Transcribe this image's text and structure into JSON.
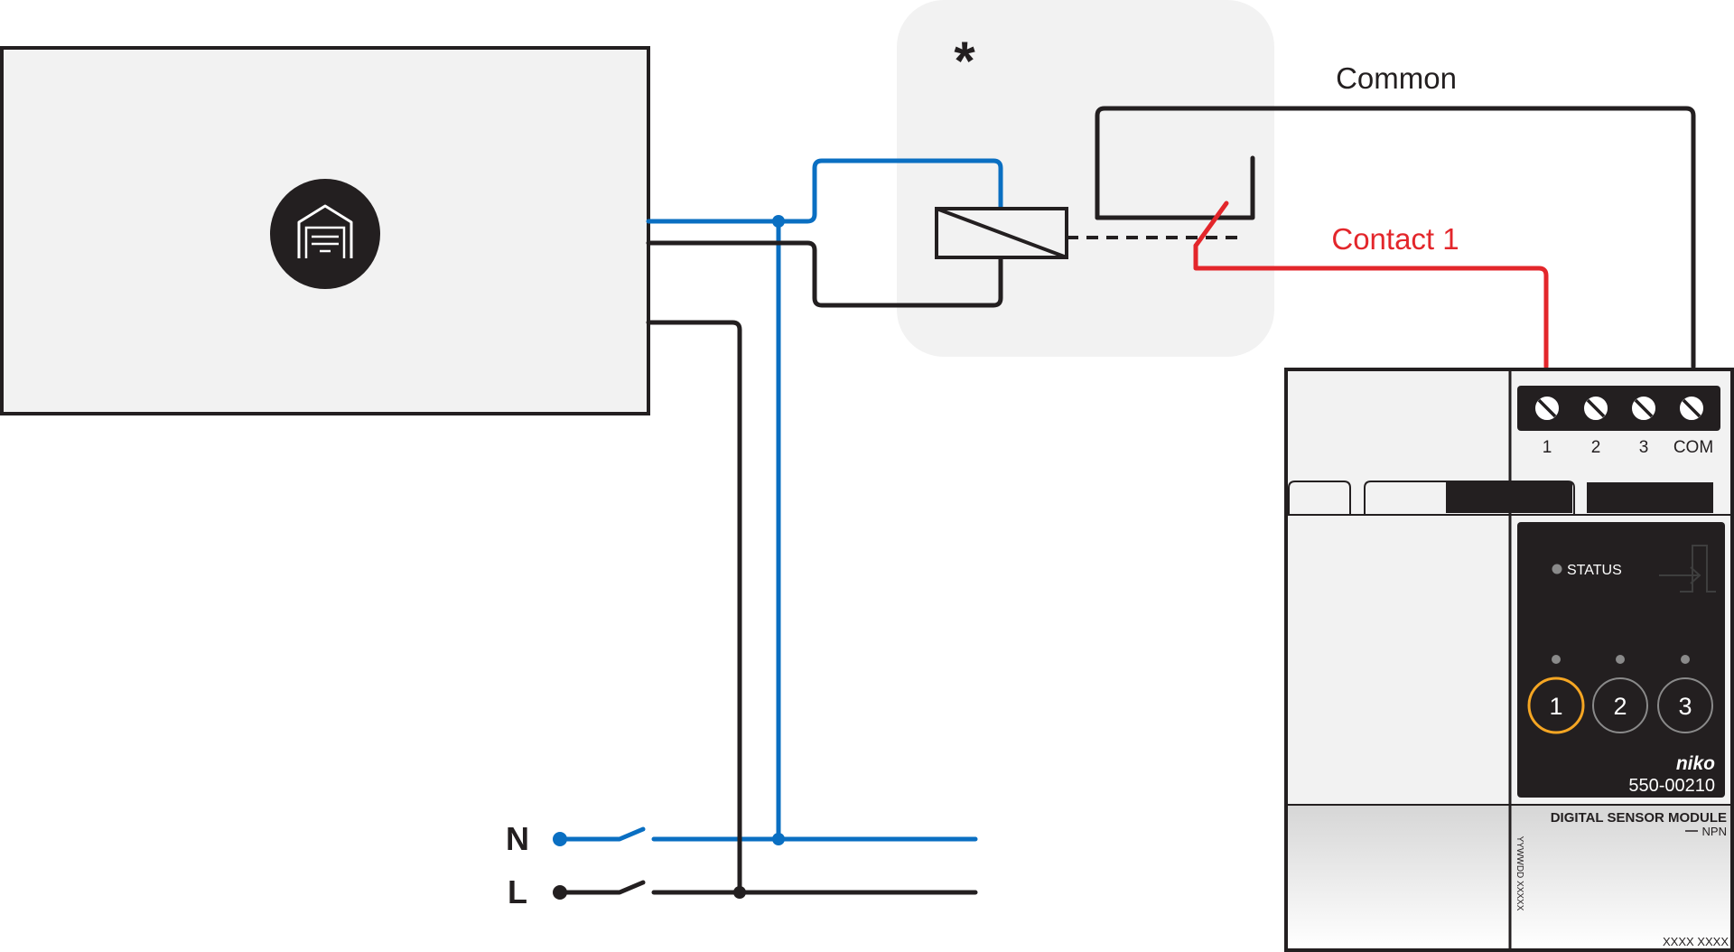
{
  "labels": {
    "asterisk": "*",
    "common": "Common",
    "contact1": "Contact 1",
    "neutral": "N",
    "live": "L"
  },
  "module": {
    "terminals": [
      "1",
      "2",
      "3",
      "COM"
    ],
    "status_label": "STATUS",
    "buttons": [
      "1",
      "2",
      "3"
    ],
    "brand": "niko",
    "model": "550-00210",
    "name": "DIGITAL SENSOR MODULE",
    "sub": "NPN",
    "serial_side": "YYWWDD XXXXX",
    "serial_bottom": "XXXX XXXX"
  },
  "icons": {
    "device": "garage-door-icon",
    "relay": "relay-coil-icon"
  },
  "colors": {
    "neutral_wire": "#0a6fc2",
    "live_wire": "#231f20",
    "contact_wire": "#e3262b",
    "panel_fill": "#f2f2f2",
    "module_face": "#231f20",
    "button_active": "#f5a623"
  }
}
